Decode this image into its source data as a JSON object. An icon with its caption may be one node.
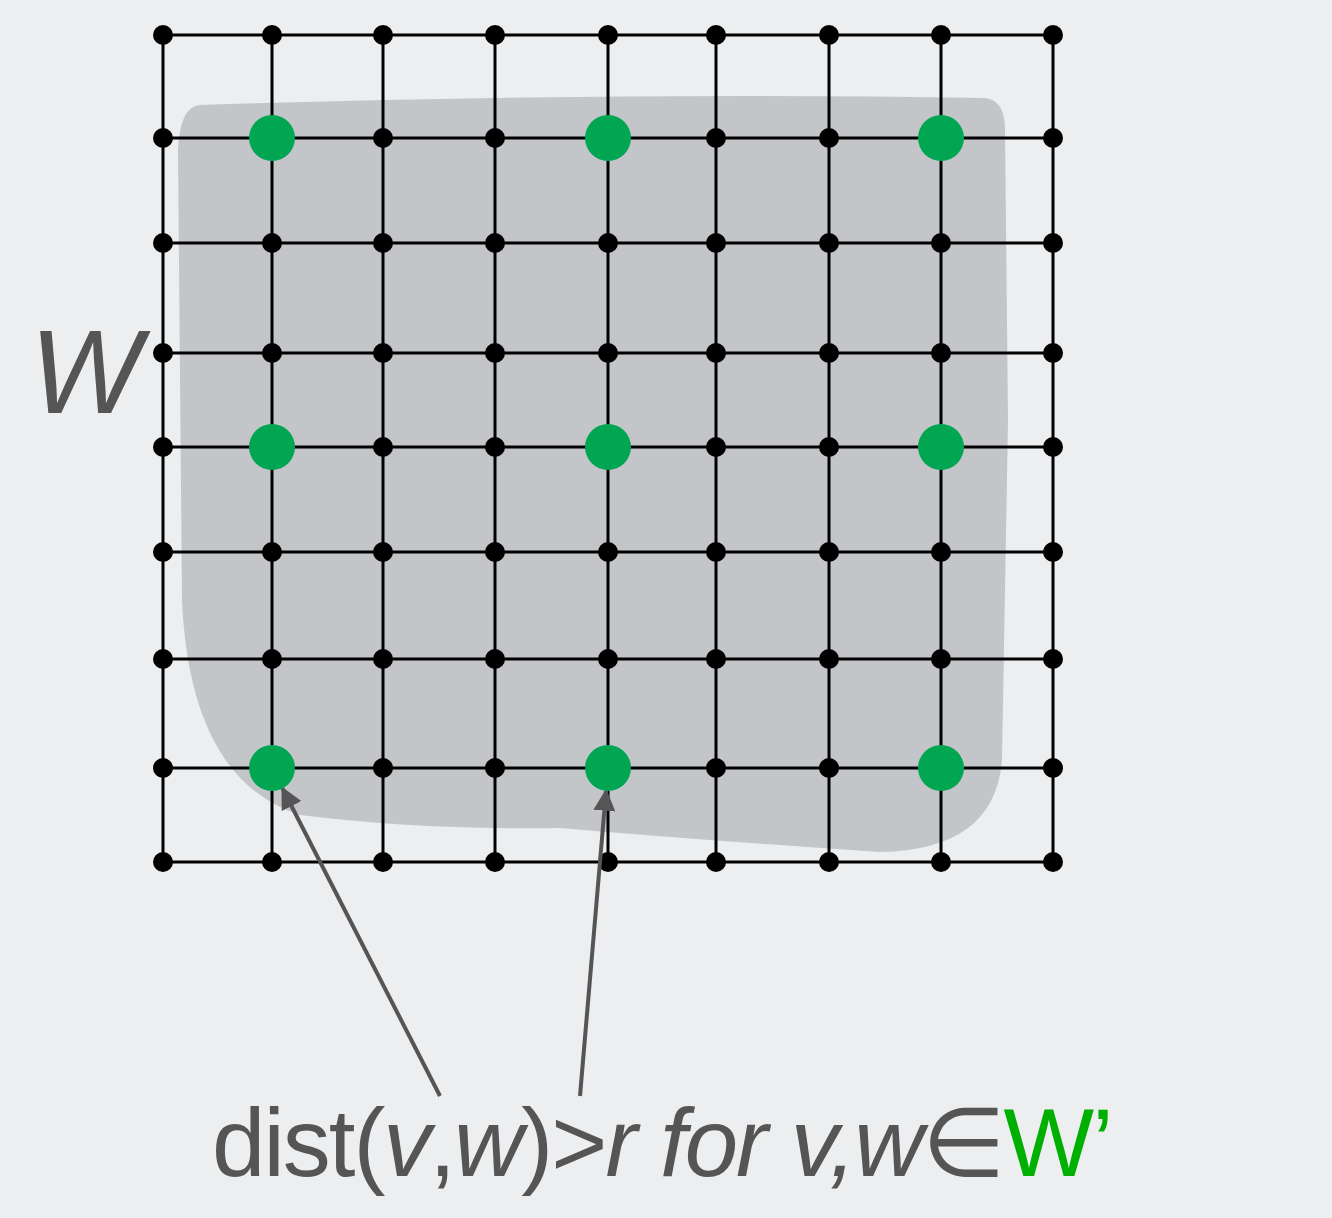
{
  "diagram": {
    "nodes": [
      {
        "text": [],
        "shape": "circle"
      },
      {
        "text": [],
        "shape": "circle"
      },
      {
        "text": [],
        "shape": "circle"
      },
      {
        "text": [],
        "shape": "circle"
      },
      {
        "text": [],
        "shape": "circle"
      },
      {
        "text": [],
        "shape": "circle"
      },
      {
        "text": [],
        "shape": "circle"
      },
      {
        "text": [],
        "shape": "circle"
      },
      {
        "text": [],
        "shape": "circle"
      },
      {
        "text": [
          "dist(*v*,*w*)>*r for v,w*∈",
          "W’"
        ]
      }
    ],
    "edges": [
      {
        "from": 9,
        "to": 6,
        "arrow": "to"
      },
      {
        "from": 9,
        "to": 7,
        "arrow": "to"
      }
    ],
    "labels": [
      "W"
    ]
  }
}
